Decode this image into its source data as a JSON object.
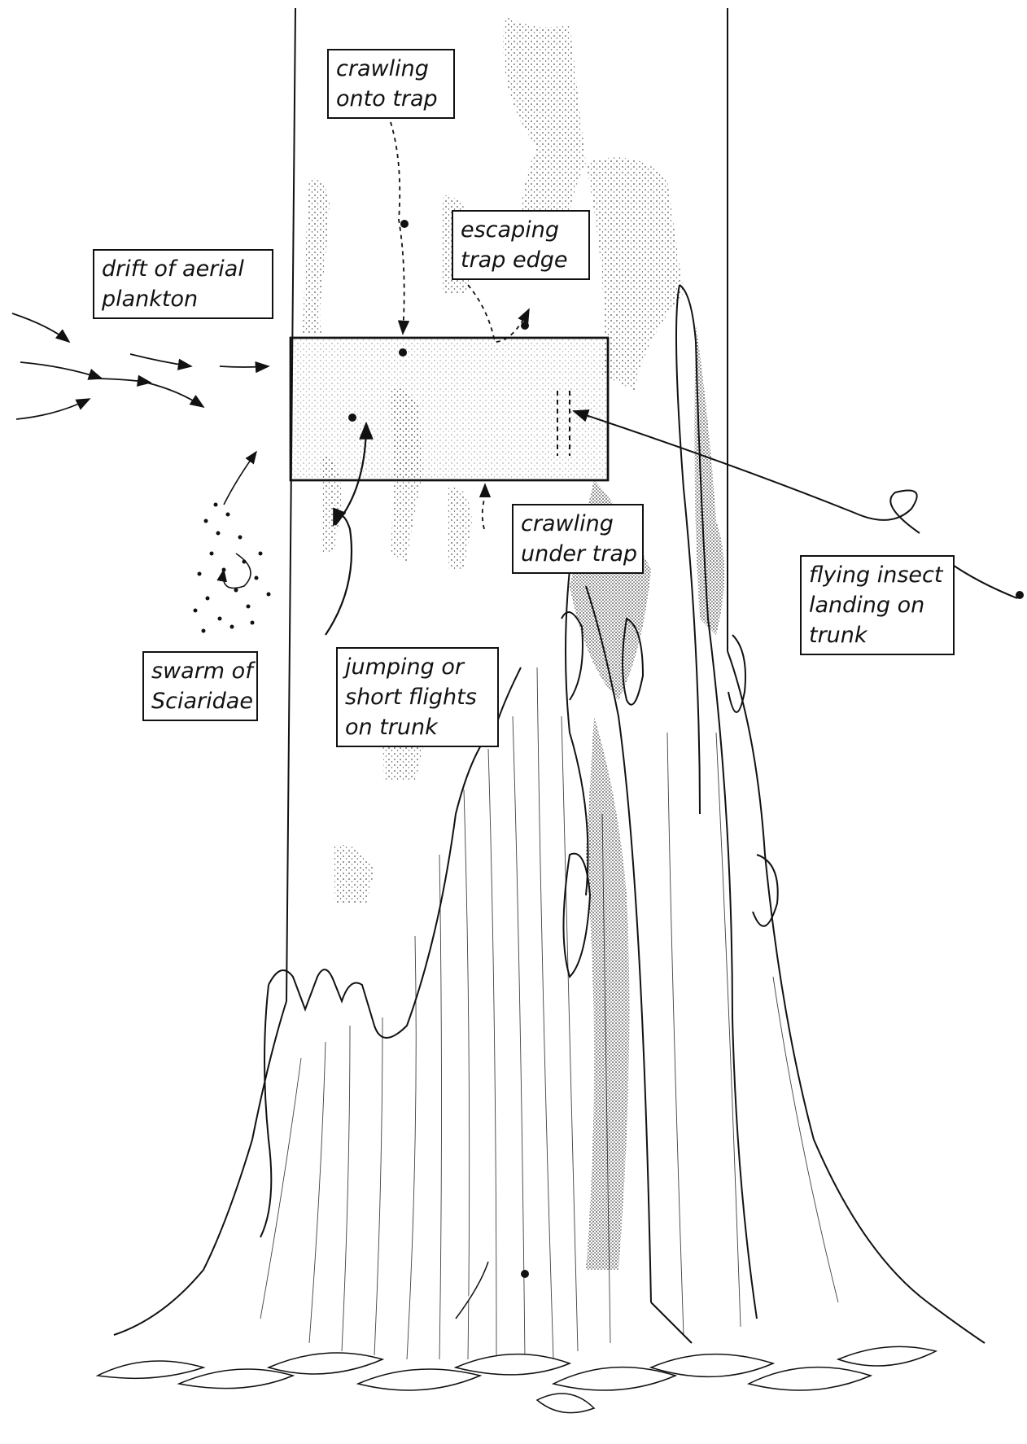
{
  "labels": {
    "crawling_onto_trap": [
      "crawling",
      "onto trap"
    ],
    "escaping_trap_edge": [
      "escaping",
      "trap edge"
    ],
    "drift_of_aerial_plankton": [
      "drift of aerial",
      "plankton"
    ],
    "crawling_under_trap": [
      "crawling",
      "under trap"
    ],
    "flying_insect_landing": [
      "flying insect",
      "landing on",
      "trunk"
    ],
    "swarm_of_sciaridae": [
      "swarm of",
      "Sciaridae"
    ],
    "jumping_or_short_flights": [
      "jumping or",
      "short flights",
      "on trunk"
    ]
  },
  "colors": {
    "ink": "#111111",
    "paper": "#ffffff",
    "stipple": "#333333"
  }
}
